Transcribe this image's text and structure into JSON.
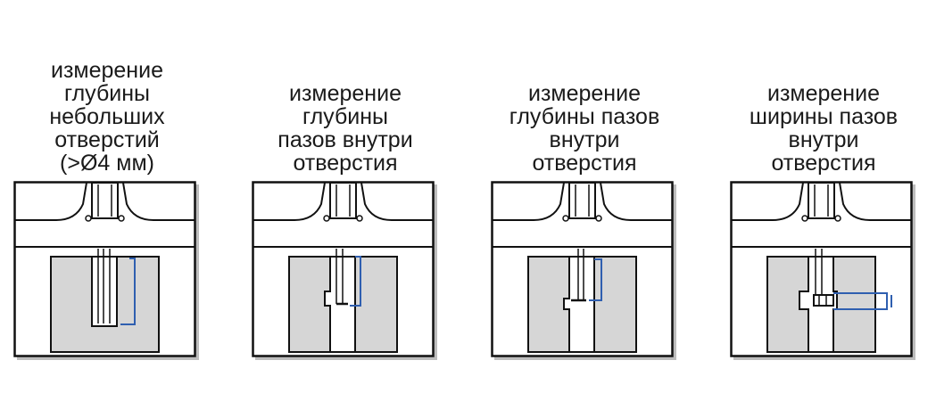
{
  "colors": {
    "frame": "#111111",
    "frame_shadow": "#bdbdbd",
    "fill": "#d6d6d6",
    "measure_line": "#2f5fb0"
  },
  "panels": [
    {
      "key": "small-holes",
      "caption_lines": [
        "измерение",
        "глубины",
        "небольших",
        "отверстий",
        "(>Ø4 мм)"
      ],
      "variant": "hole-depth"
    },
    {
      "key": "groove-depth-1",
      "caption_lines": [
        "измерение",
        "глубины",
        "пазов внутри",
        "отверстия"
      ],
      "variant": "groove-depth-a"
    },
    {
      "key": "groove-depth-2",
      "caption_lines": [
        "измерение",
        "глубины пазов",
        "внутри",
        "отверстия"
      ],
      "variant": "groove-depth-b"
    },
    {
      "key": "groove-width",
      "caption_lines": [
        "измерение",
        "ширины пазов",
        "внутри",
        "отверстия"
      ],
      "variant": "groove-width"
    }
  ]
}
